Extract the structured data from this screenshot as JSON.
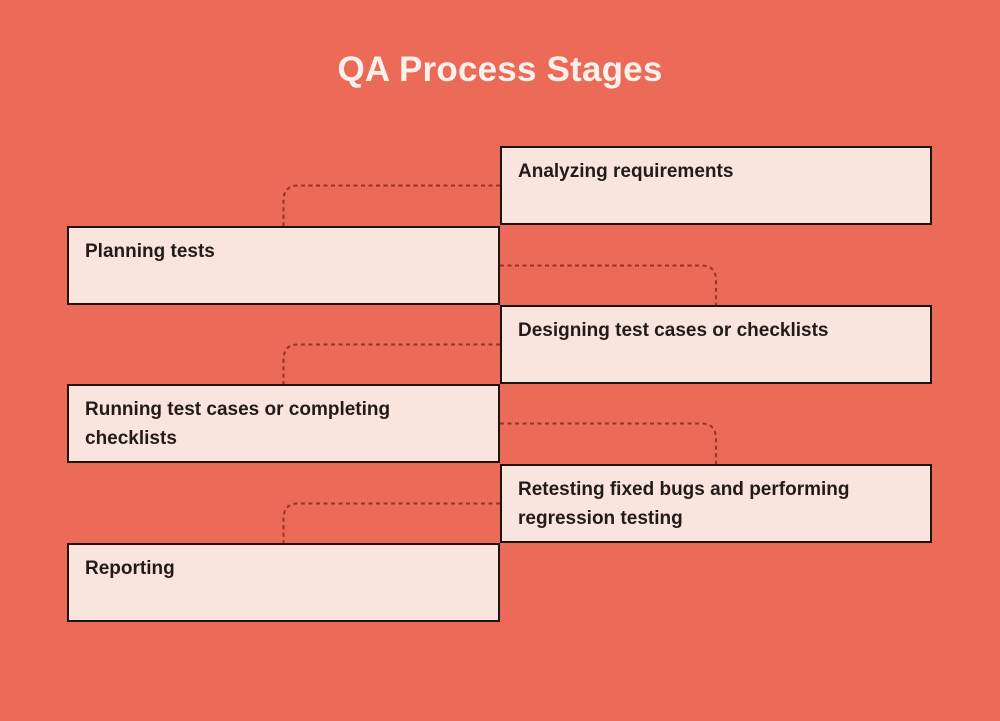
{
  "title": "QA Process Stages",
  "colors": {
    "background": "#EC6A58",
    "box_fill": "#FAE4DE",
    "box_border": "#1F1414",
    "box_text": "#221B19",
    "title_text": "#FBF0EA",
    "connector": "#9A3322"
  },
  "diagram": {
    "nodes": [
      {
        "id": 1,
        "label": "Analyzing requirements",
        "side": "right"
      },
      {
        "id": 2,
        "label": "Planning tests",
        "side": "left"
      },
      {
        "id": 3,
        "label": "Designing test cases or checklists",
        "side": "right"
      },
      {
        "id": 4,
        "label": "Running test cases or completing checklists",
        "side": "left"
      },
      {
        "id": 5,
        "label": "Retesting fixed bugs and performing regression testing",
        "side": "right"
      },
      {
        "id": 6,
        "label": "Reporting",
        "side": "left"
      }
    ],
    "connections": [
      {
        "from": 1,
        "to": 2
      },
      {
        "from": 2,
        "to": 3
      },
      {
        "from": 3,
        "to": 4
      },
      {
        "from": 4,
        "to": 5
      },
      {
        "from": 5,
        "to": 6
      }
    ]
  }
}
